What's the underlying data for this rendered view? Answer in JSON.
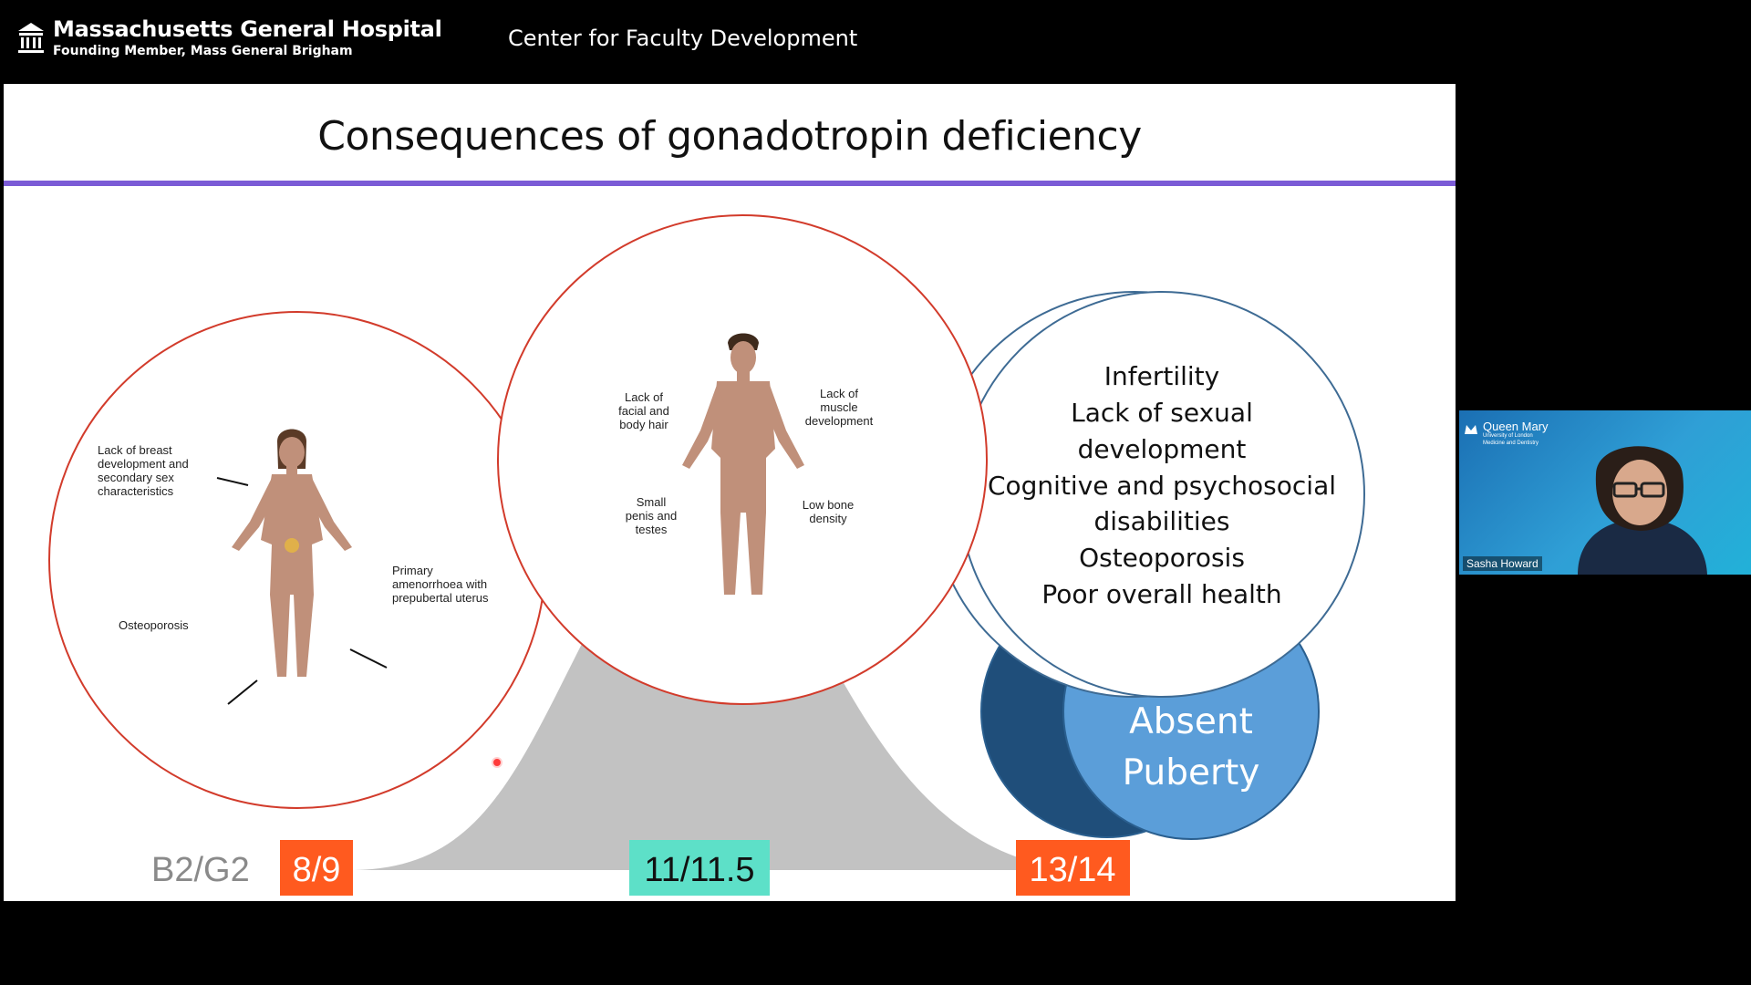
{
  "header": {
    "org_name": "Massachusetts General Hospital",
    "org_tagline": "Founding Member, Mass General Brigham",
    "center_name": "Center for Faculty Development"
  },
  "slide": {
    "title": "Consequences of gonadotropin deficiency",
    "female_labels": {
      "breast": [
        "Lack of breast",
        "development and",
        "secondary sex",
        "characteristics"
      ],
      "amenorrhoea": [
        "Primary",
        "amenorrhoea with",
        "prepubertal uterus"
      ],
      "osteoporosis": "Osteoporosis"
    },
    "male_labels": {
      "facial_hair": [
        "Lack of",
        "facial and",
        "body hair"
      ],
      "muscle": [
        "Lack of",
        "muscle",
        "development"
      ],
      "penis": [
        "Small",
        "penis and",
        "testes"
      ],
      "bone": [
        "Low bone",
        "density"
      ]
    },
    "consequences": [
      "Infertility",
      "Lack of sexual",
      "development",
      "Cognitive and psychosocial",
      "disabilities",
      "Osteoporosis",
      "Poor overall health"
    ],
    "absent_puberty": [
      "Absent",
      "Puberty"
    ],
    "axis_label": "B2/G2",
    "ages": [
      "8/9",
      "11/11.5",
      "13/14"
    ]
  },
  "video": {
    "institution": "Queen Mary",
    "institution_sub1": "University of London",
    "institution_sub2": "Medicine and Dentistry",
    "speaker": "Sasha Howard"
  },
  "colors": {
    "title_rule": "#7b5bd6",
    "circle_outline": "#d23b2b",
    "age_orange": "#ff5a1f",
    "age_teal": "#5de0c8",
    "curve_gray": "#c2c2c2",
    "puberty_blue": "#5b9ed9",
    "puberty_dark": "#1f4e7a"
  }
}
